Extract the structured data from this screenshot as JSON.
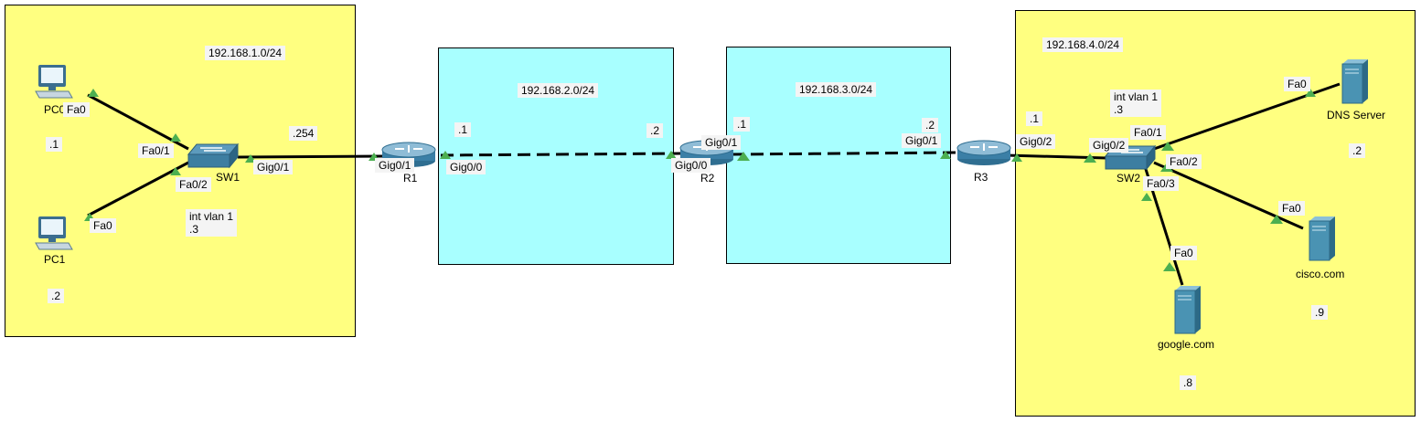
{
  "networks": {
    "net1": "192.168.1.0/24",
    "net2": "192.168.2.0/24",
    "net3": "192.168.3.0/24",
    "net4": "192.168.4.0/24"
  },
  "devices": {
    "pc0": {
      "name": "PC0",
      "port": "Fa0",
      "addr": ".1"
    },
    "pc1": {
      "name": "PC1",
      "port": "Fa0",
      "addr": ".2"
    },
    "sw1": {
      "name": "SW1",
      "ports": [
        "Fa0/1",
        "Fa0/2",
        "Gig0/1"
      ],
      "vlan": "int vlan 1\n.3",
      "uplink_addr": ".254"
    },
    "r1": {
      "name": "R1",
      "ports": [
        "Gig0/1",
        "Gig0/0"
      ],
      "addr": ".1"
    },
    "r2": {
      "name": "R2",
      "ports": [
        "Gig0/0",
        "Gig0/1"
      ],
      "addr_left": ".2",
      "addr_right": ".1"
    },
    "r3": {
      "name": "R3",
      "ports": [
        "Gig0/1",
        "Gig0/2"
      ],
      "addr_left": ".2",
      "addr_right": ".1"
    },
    "sw2": {
      "name": "SW2",
      "ports": [
        "Gig0/2",
        "Fa0/1",
        "Fa0/2",
        "Fa0/3"
      ],
      "vlan": "int vlan 1\n.3"
    },
    "dns": {
      "name": "DNS Server",
      "port": "Fa0",
      "addr": ".2"
    },
    "cisco": {
      "name": "cisco.com",
      "port": "Fa0",
      "addr": ".9"
    },
    "google": {
      "name": "google.com",
      "port": "Fa0",
      "addr": ".8"
    }
  },
  "colors": {
    "lan_zone": "#ffff80",
    "wan_zone": "#a8ffff",
    "link_up": "#4caf50",
    "link": "#000000"
  }
}
